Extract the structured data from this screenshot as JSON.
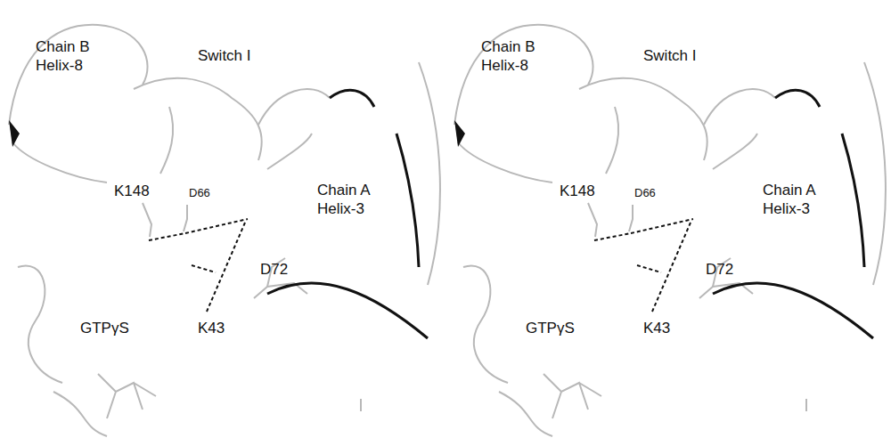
{
  "diagram": {
    "labels": [
      "Chain B Helix-8",
      "Switch I",
      "K148",
      "D66",
      "Chain A Helix-3",
      "D72",
      "GTPγS",
      "K43",
      "Chain B Helix-8",
      "Switch I",
      "K148",
      "D66",
      "Chain A Helix-3",
      "D72",
      "GTPγS",
      "K43"
    ]
  }
}
